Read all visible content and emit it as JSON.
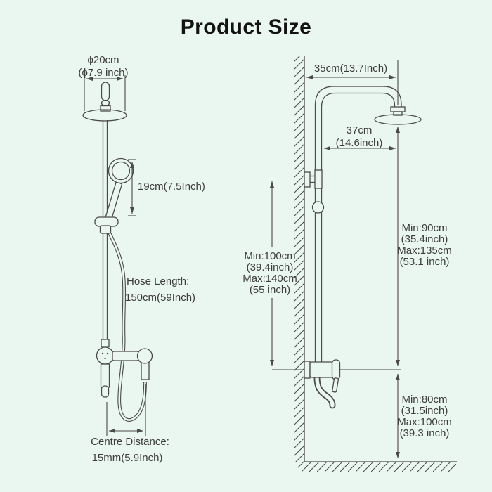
{
  "page": {
    "title": "Product Size"
  },
  "colors": {
    "background": "#eaf6f0",
    "line": "#4a4a4a",
    "text": "#3d3d3d",
    "title": "#131313"
  },
  "left_diagram": {
    "head_diameter": [
      "ϕ20cm",
      "(ϕ7.9 inch)"
    ],
    "handheld_length": "19cm(7.5Inch)",
    "hose_length": [
      "Hose Length:",
      "150cm(59Inch)"
    ],
    "centre_distance": [
      "Centre Distance:",
      "15mm(5.9Inch)"
    ]
  },
  "right_diagram": {
    "arm_length": "35cm(13.7Inch)",
    "head_offset": [
      "37cm",
      "(14.6inch)"
    ],
    "riser_height": [
      "Min:100cm",
      "(39.4inch)",
      "Max:140cm",
      "(55 inch)"
    ],
    "head_height": [
      "Min:90cm",
      "(35.4inch)",
      "Max:135cm",
      "(53.1 inch)"
    ],
    "valve_height": [
      "Min:80cm",
      "(31.5inch)",
      "Max:100cm",
      "(39.3 inch)"
    ]
  }
}
